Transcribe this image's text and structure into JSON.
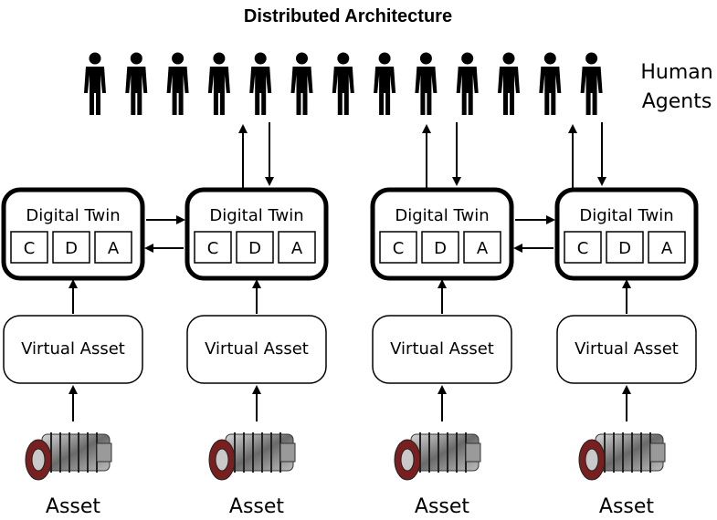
{
  "diagram": {
    "title": "Distributed Architecture",
    "human_agents_label": [
      "Human",
      "Agents"
    ],
    "human_count": 13,
    "digital_twin_label": "Digital Twin",
    "cda_labels": [
      "C",
      "D",
      "A"
    ],
    "virtual_asset_label": "Virtual Asset",
    "asset_label": "Asset",
    "columns": 4,
    "colors": {
      "stroke": "#000000",
      "fill": "#ffffff",
      "figure": "#000000"
    }
  }
}
